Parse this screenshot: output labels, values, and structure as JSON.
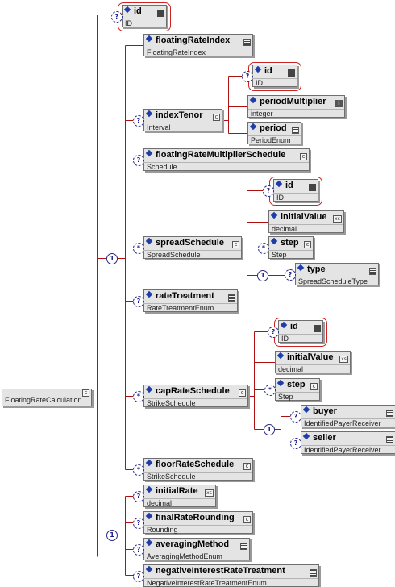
{
  "root": {
    "label": "FloatingRateCalculation"
  },
  "nodes": [
    {
      "key": "id1",
      "name": "id",
      "type": "ID",
      "optional": true,
      "attr": true
    },
    {
      "key": "fri",
      "name": "floatingRateIndex",
      "type": "FloatingRateIndex",
      "optional": false
    },
    {
      "key": "id2",
      "name": "id",
      "type": "ID",
      "optional": true,
      "attr": true
    },
    {
      "key": "it",
      "name": "indexTenor",
      "type": "Interval",
      "optional": true
    },
    {
      "key": "pm",
      "name": "periodMultiplier",
      "type": "integer",
      "optional": false
    },
    {
      "key": "per",
      "name": "period",
      "type": "PeriodEnum",
      "optional": false
    },
    {
      "key": "frms",
      "name": "floatingRateMultiplierSchedule",
      "type": "Schedule",
      "optional": true
    },
    {
      "key": "id3",
      "name": "id",
      "type": "ID",
      "optional": true,
      "attr": true
    },
    {
      "key": "ss",
      "name": "spreadSchedule",
      "type": "SpreadSchedule",
      "optional": true,
      "multi": true
    },
    {
      "key": "iv1",
      "name": "initialValue",
      "type": "decimal",
      "optional": false
    },
    {
      "key": "st1",
      "name": "step",
      "type": "Step",
      "optional": true,
      "multi": true
    },
    {
      "key": "ty",
      "name": "type",
      "type": "SpreadScheduleType",
      "optional": true
    },
    {
      "key": "rt",
      "name": "rateTreatment",
      "type": "RateTreatmentEnum",
      "optional": true
    },
    {
      "key": "id4",
      "name": "id",
      "type": "ID",
      "optional": true,
      "attr": true
    },
    {
      "key": "crs",
      "name": "capRateSchedule",
      "type": "StrikeSchedule",
      "optional": true,
      "multi": true
    },
    {
      "key": "iv2",
      "name": "initialValue",
      "type": "decimal",
      "optional": false
    },
    {
      "key": "st2",
      "name": "step",
      "type": "Step",
      "optional": true,
      "multi": true
    },
    {
      "key": "buy",
      "name": "buyer",
      "type": "IdentifiedPayerReceiver",
      "optional": true
    },
    {
      "key": "sel",
      "name": "seller",
      "type": "IdentifiedPayerReceiver",
      "optional": true
    },
    {
      "key": "frs",
      "name": "floorRateSchedule",
      "type": "StrikeSchedule",
      "optional": true,
      "multi": true
    },
    {
      "key": "ir",
      "name": "initialRate",
      "type": "decimal",
      "optional": true
    },
    {
      "key": "frr",
      "name": "finalRateRounding",
      "type": "Rounding",
      "optional": true
    },
    {
      "key": "am",
      "name": "averagingMethod",
      "type": "AveragingMethodEnum",
      "optional": true
    },
    {
      "key": "nirt",
      "name": "negativeInterestRateTreatment",
      "type": "NegativeInterestRateTreatmentEnum",
      "optional": true
    }
  ],
  "badges": {
    "optional": "?",
    "many": "*",
    "one": "1"
  }
}
